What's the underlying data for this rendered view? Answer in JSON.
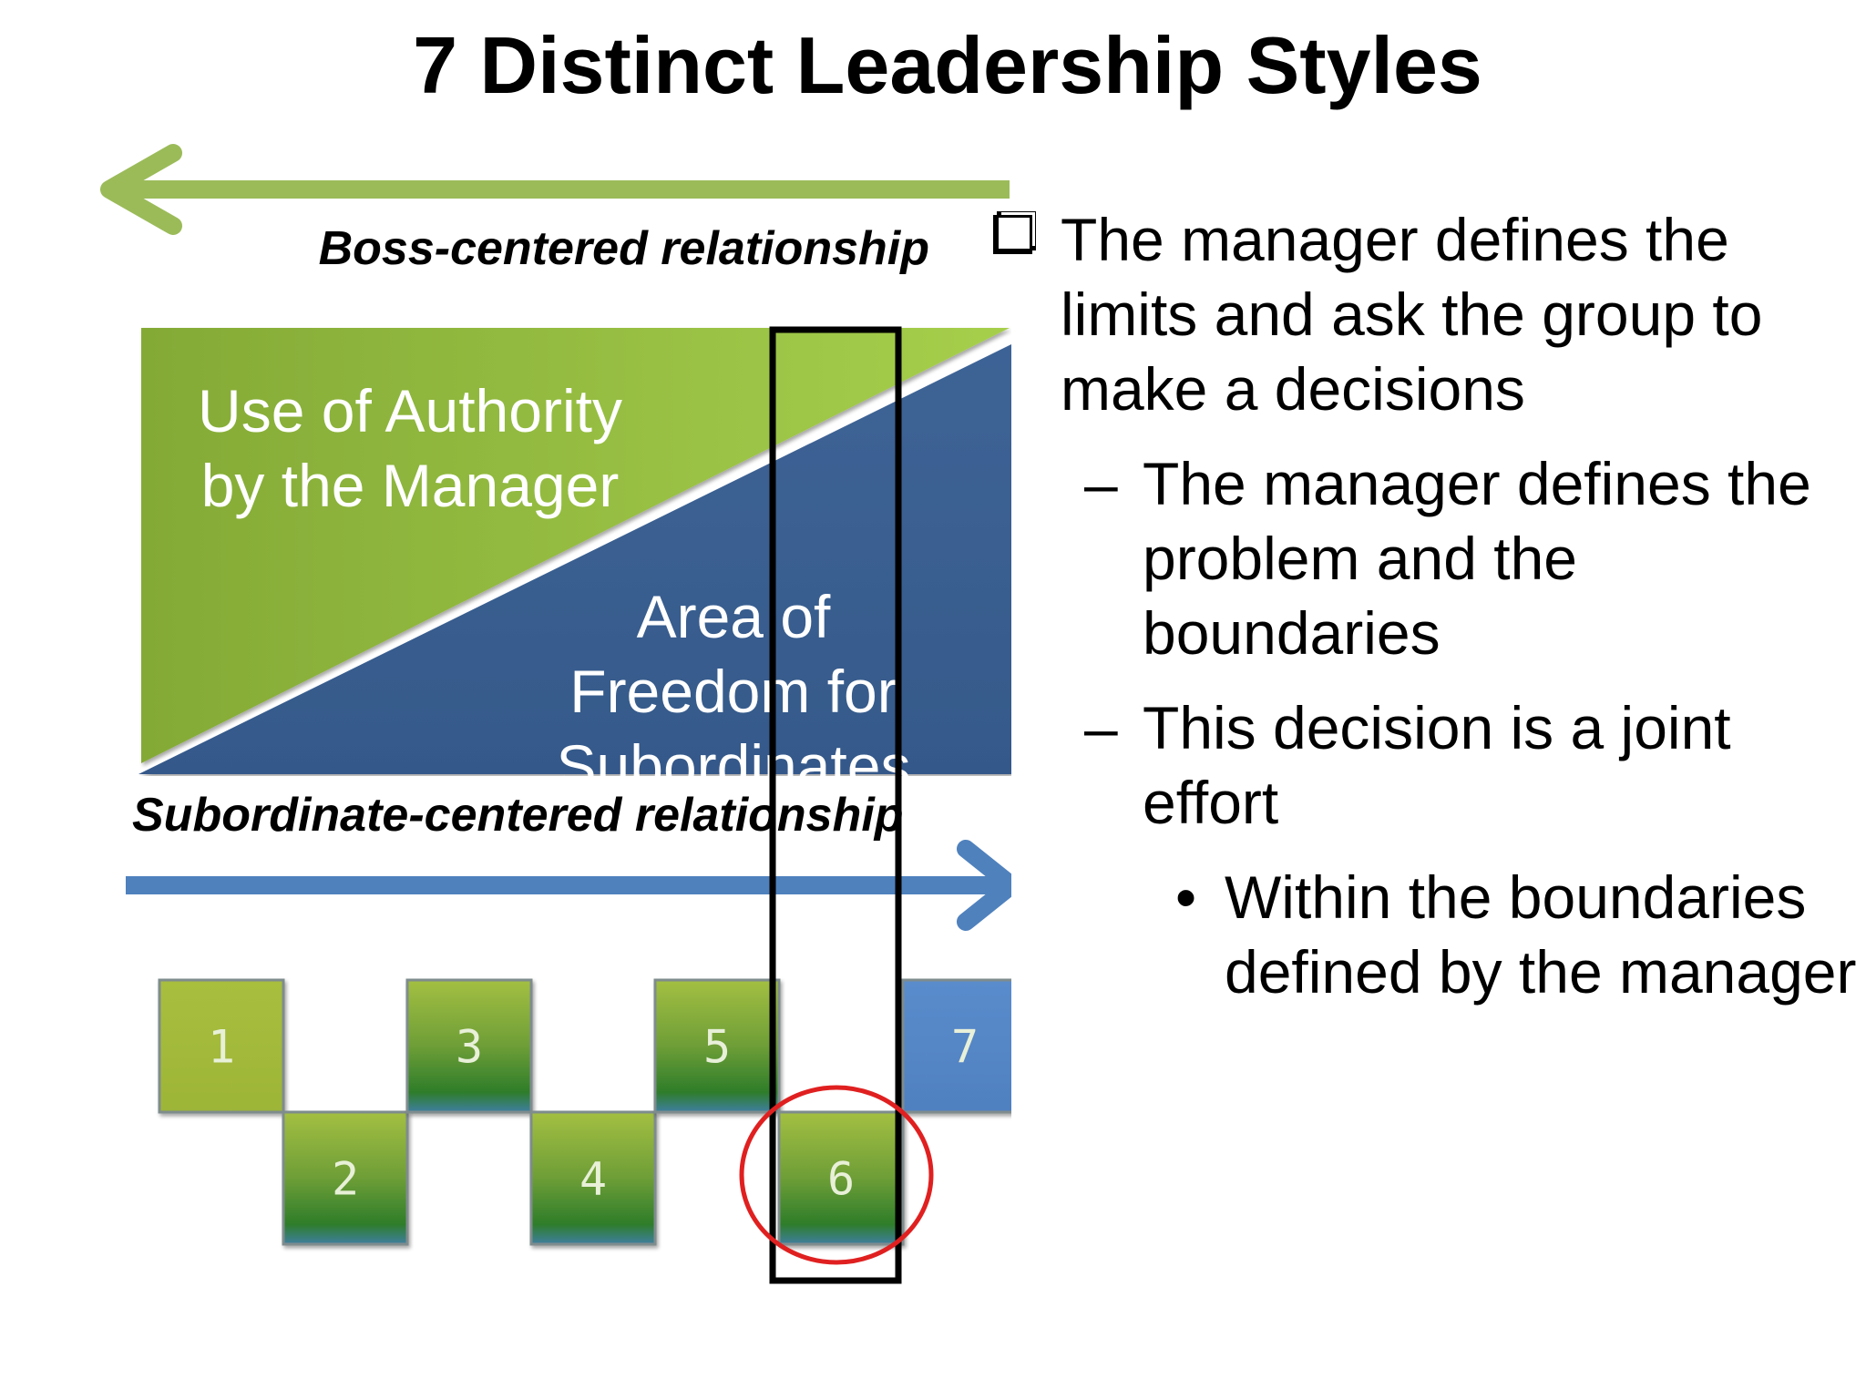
{
  "title": "7 Distinct Leadership Styles",
  "diagram": {
    "boss_label": "Boss-centered relationship",
    "subordinate_label": "Subordinate-centered relationship",
    "authority_label_line1": "Use of Authority",
    "authority_label_line2": "by the Manager",
    "freedom_label_line1": "Area of",
    "freedom_label_line2": "Freedom for",
    "freedom_label_line3": "Subordinates",
    "styles": [
      "1",
      "2",
      "3",
      "4",
      "5",
      "6",
      "7"
    ],
    "highlighted_style": "6",
    "colors": {
      "green_arrow": "#9bbb59",
      "blue_arrow": "#4f81bd",
      "authority_fill": "#8db33d",
      "freedom_fill": "#3b5f90",
      "highlight_circle": "#e02020",
      "style_7": "#4f81bd"
    }
  },
  "bullets": {
    "main": "The manager defines the limits and ask the group to make a decisions",
    "sub1": "The manager defines the problem and the boundaries",
    "sub2": "This decision is a joint effort",
    "subsub1": "Within the boundaries defined by the manager",
    "dash_marker": "–",
    "bullet_marker": "•"
  }
}
